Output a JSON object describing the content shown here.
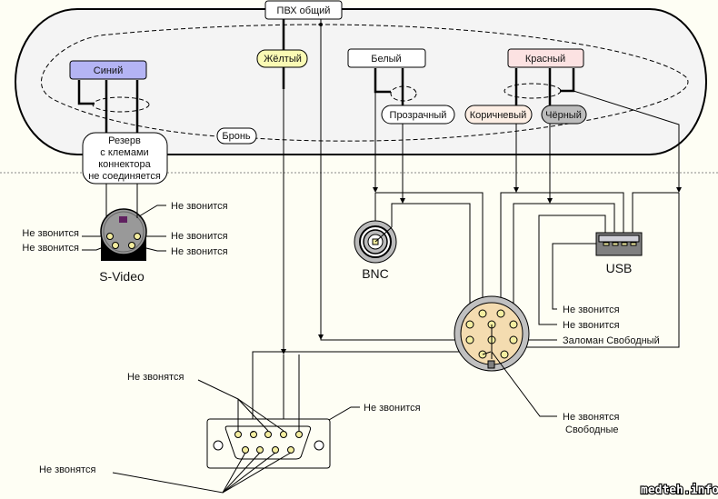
{
  "cable": {
    "jacket_label": "ПВХ общий",
    "armor_label": "Бронь",
    "reserve_note": "Резерв\nс клемами\nконнектора\nне соединяется",
    "reserve_lines": [
      "Резерв",
      "с клемами",
      "коннектора",
      "не соединяется"
    ],
    "wires": {
      "blue": {
        "label": "Синий",
        "color": "#b4b4f4"
      },
      "yellow": {
        "label": "Жёлтый",
        "color": "#fafab4"
      },
      "white": {
        "label": "Белый",
        "color": "#ffffff"
      },
      "red": {
        "label": "Красный",
        "color": "#fce2e2"
      },
      "transparent": {
        "label": "Прозрачный",
        "color": "#ffffff"
      },
      "brown": {
        "label": "Коричневый",
        "color": "#fceee4"
      },
      "black": {
        "label": "Чёрный",
        "color": "#bcbcbc"
      }
    }
  },
  "connectors": {
    "svideo": {
      "name": "S-Video",
      "notes": [
        "Не звонится",
        "Не звонится",
        "Не звонится",
        "Не звонится",
        "Не звонится"
      ]
    },
    "bnc": {
      "name": "BNC"
    },
    "usb": {
      "name": "USB"
    },
    "round": {
      "notes": [
        "Не звонится",
        "Не звонится",
        "Заломан Свободный"
      ],
      "free_note_lines": [
        "Не звонятся",
        "Свободные"
      ]
    },
    "db9": {
      "top_note": "Не звонятся",
      "shell_note": "Не звонится",
      "bottom_note": "Не звонятся"
    }
  },
  "watermark": "medteh.info"
}
